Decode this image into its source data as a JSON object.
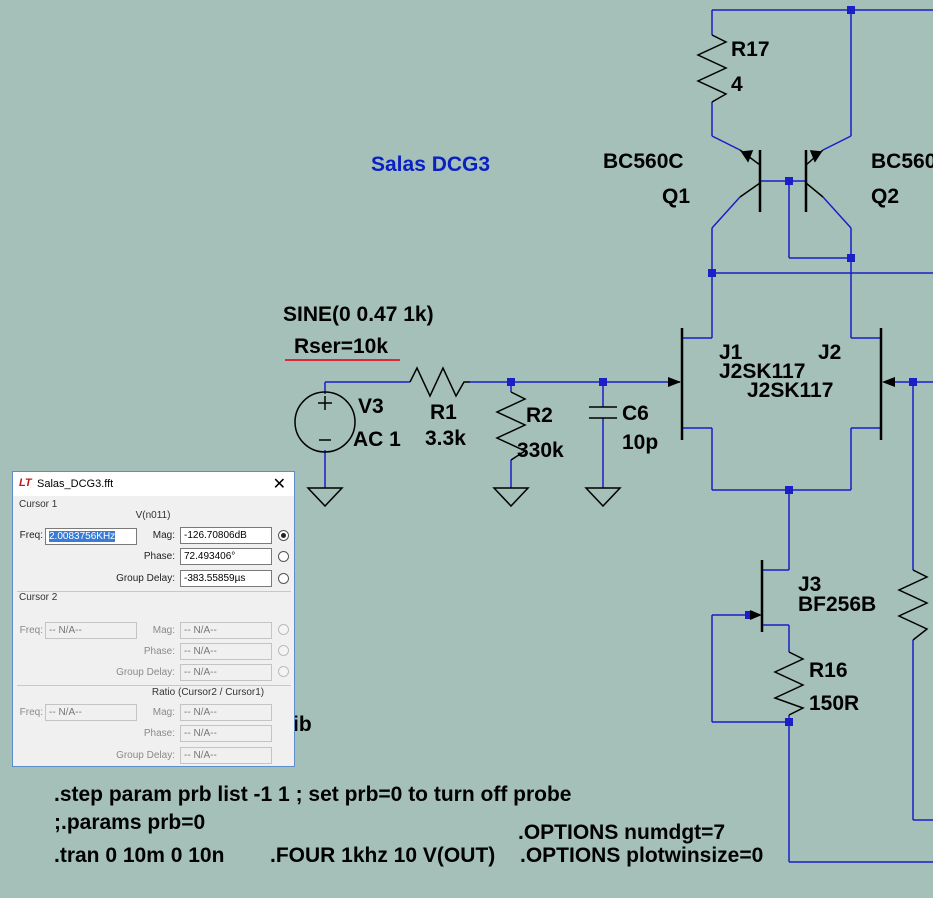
{
  "schematic": {
    "title": "Salas DCG3",
    "components": {
      "r17": {
        "ref": "R17",
        "value": "4"
      },
      "q1": {
        "model": "BC560C",
        "ref": "Q1"
      },
      "q2": {
        "model": "BC560",
        "ref": "Q2"
      },
      "v3": {
        "ref": "V3",
        "value": "AC 1",
        "source": "SINE(0 0.47 1k)",
        "rser": "Rser=10k"
      },
      "r1": {
        "ref": "R1",
        "value": "3.3k"
      },
      "r2": {
        "ref": "R2",
        "value": "330k"
      },
      "c6": {
        "ref": "C6",
        "value": "10p"
      },
      "j1": {
        "ref": "J1",
        "model": "J2SK117"
      },
      "j2": {
        "ref": "J2",
        "model": "J2SK117"
      },
      "j3": {
        "ref": "J3",
        "model": "BF256B"
      },
      "r16": {
        "ref": "R16",
        "value": "150R"
      }
    },
    "directives": {
      "partial": "ib",
      "step": ".step param prb list -1 1 ; set prb=0 to turn off probe",
      "params": ";.params prb=0",
      "tran": ".tran 0 10m 0 10n",
      "four": ".FOUR 1khz 10 V(OUT)",
      "options1": ".OPTIONS numdgt=7",
      "options2": ".OPTIONS plotwinsize=0"
    }
  },
  "fft_dialog": {
    "title": "Salas_DCG3.fft",
    "app_icon": "ltspice-logo-icon",
    "cursor1": {
      "header": "Cursor 1",
      "trace": "V(n011)",
      "freq_label": "Freq:",
      "freq_value": "2.0083756KHz",
      "mag_label": "Mag:",
      "mag_value": "-126.70806dB",
      "phase_label": "Phase:",
      "phase_value": "72.493406°",
      "gd_label": "Group Delay:",
      "gd_value": "-383.55859µs"
    },
    "cursor2": {
      "header": "Cursor 2",
      "freq_label": "Freq:",
      "freq_value": "-- N/A--",
      "mag_label": "Mag:",
      "mag_value": "-- N/A--",
      "phase_label": "Phase:",
      "phase_value": "-- N/A--",
      "gd_label": "Group Delay:",
      "gd_value": "-- N/A--"
    },
    "ratio": {
      "header": "Ratio (Cursor2 / Cursor1)",
      "freq_label": "Freq:",
      "freq_value": "-- N/A--",
      "mag_label": "Mag:",
      "mag_value": "-- N/A--",
      "phase_label": "Phase:",
      "phase_value": "-- N/A--",
      "gd_label": "Group Delay:",
      "gd_value": "-- N/A--"
    }
  },
  "colors": {
    "background": "#a4c0b8",
    "wire": "#1a1fc8",
    "component": "#000000",
    "title_text": "#0a1fc4",
    "underline": "#e0253a"
  }
}
